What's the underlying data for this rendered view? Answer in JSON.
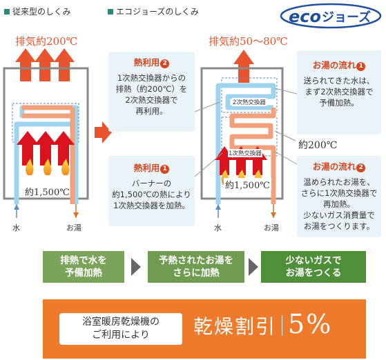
{
  "header": {
    "conventional_label": "従来型のしくみ",
    "ecojozu_label": "エコジョーズのしくみ",
    "logo_text": "eco ジョーズ"
  },
  "left_diagram": {
    "exhaust": "排気約200℃",
    "burner_temp": "約1,500℃",
    "water_in": "水",
    "hot_water_out": "お湯"
  },
  "right_diagram": {
    "exhaust": "排気約50～80℃",
    "exchanger2": "2次熱交換器",
    "exchanger1": "1次熱交換器",
    "mid_temp": "約200℃",
    "burner_temp": "約1,500℃",
    "water_in": "水",
    "hot_water_out": "お湯"
  },
  "callouts": {
    "heat_use_2": {
      "title": "熱利用",
      "num": "2",
      "lines": [
        "1次熱交換器からの",
        "排熱（約200℃）を",
        "2次熱交換器で",
        "再利用。"
      ]
    },
    "heat_use_1": {
      "title": "熱利用",
      "num": "1",
      "lines": [
        "バーナーの",
        "約1,500℃の熱により",
        "1次熱交換器を加熱。"
      ]
    },
    "flow_1": {
      "title": "お湯の流れ",
      "num": "1",
      "lines": [
        "送られてきた水は、",
        "まず2次熱交換器で",
        "予備加熱。"
      ]
    },
    "flow_2": {
      "title": "お湯の流れ",
      "num": "2",
      "lines": [
        "温められたお湯を、",
        "さらに1次熱交換器で",
        "再加熱。",
        "少ないガス消費量で",
        "お湯をつくります。"
      ]
    }
  },
  "steps": [
    {
      "line1": "排熱で水を",
      "line2": "予備加熱",
      "color": "#7ca35a"
    },
    {
      "line1": "予熱されたお湯を",
      "line2": "さらに加熱",
      "color": "#6f9c50"
    },
    {
      "line1": "少ないガスで",
      "line2": "お湯をつくる",
      "color": "#4f8f3a"
    }
  ],
  "bottom_band": {
    "box_line1": "浴室暖房乾燥機の",
    "box_line2": "ご利用により",
    "discount_text": "乾燥割引",
    "discount_value": "5%"
  },
  "colors": {
    "exhaust_orange": "#e8542d",
    "flame_red": "#d9141f",
    "cold_pipe": "#9fd3ee",
    "hot_pipe": "#f0a07a",
    "accent_teal": "#2c8a78",
    "band_orange": "#ee7a2b"
  }
}
